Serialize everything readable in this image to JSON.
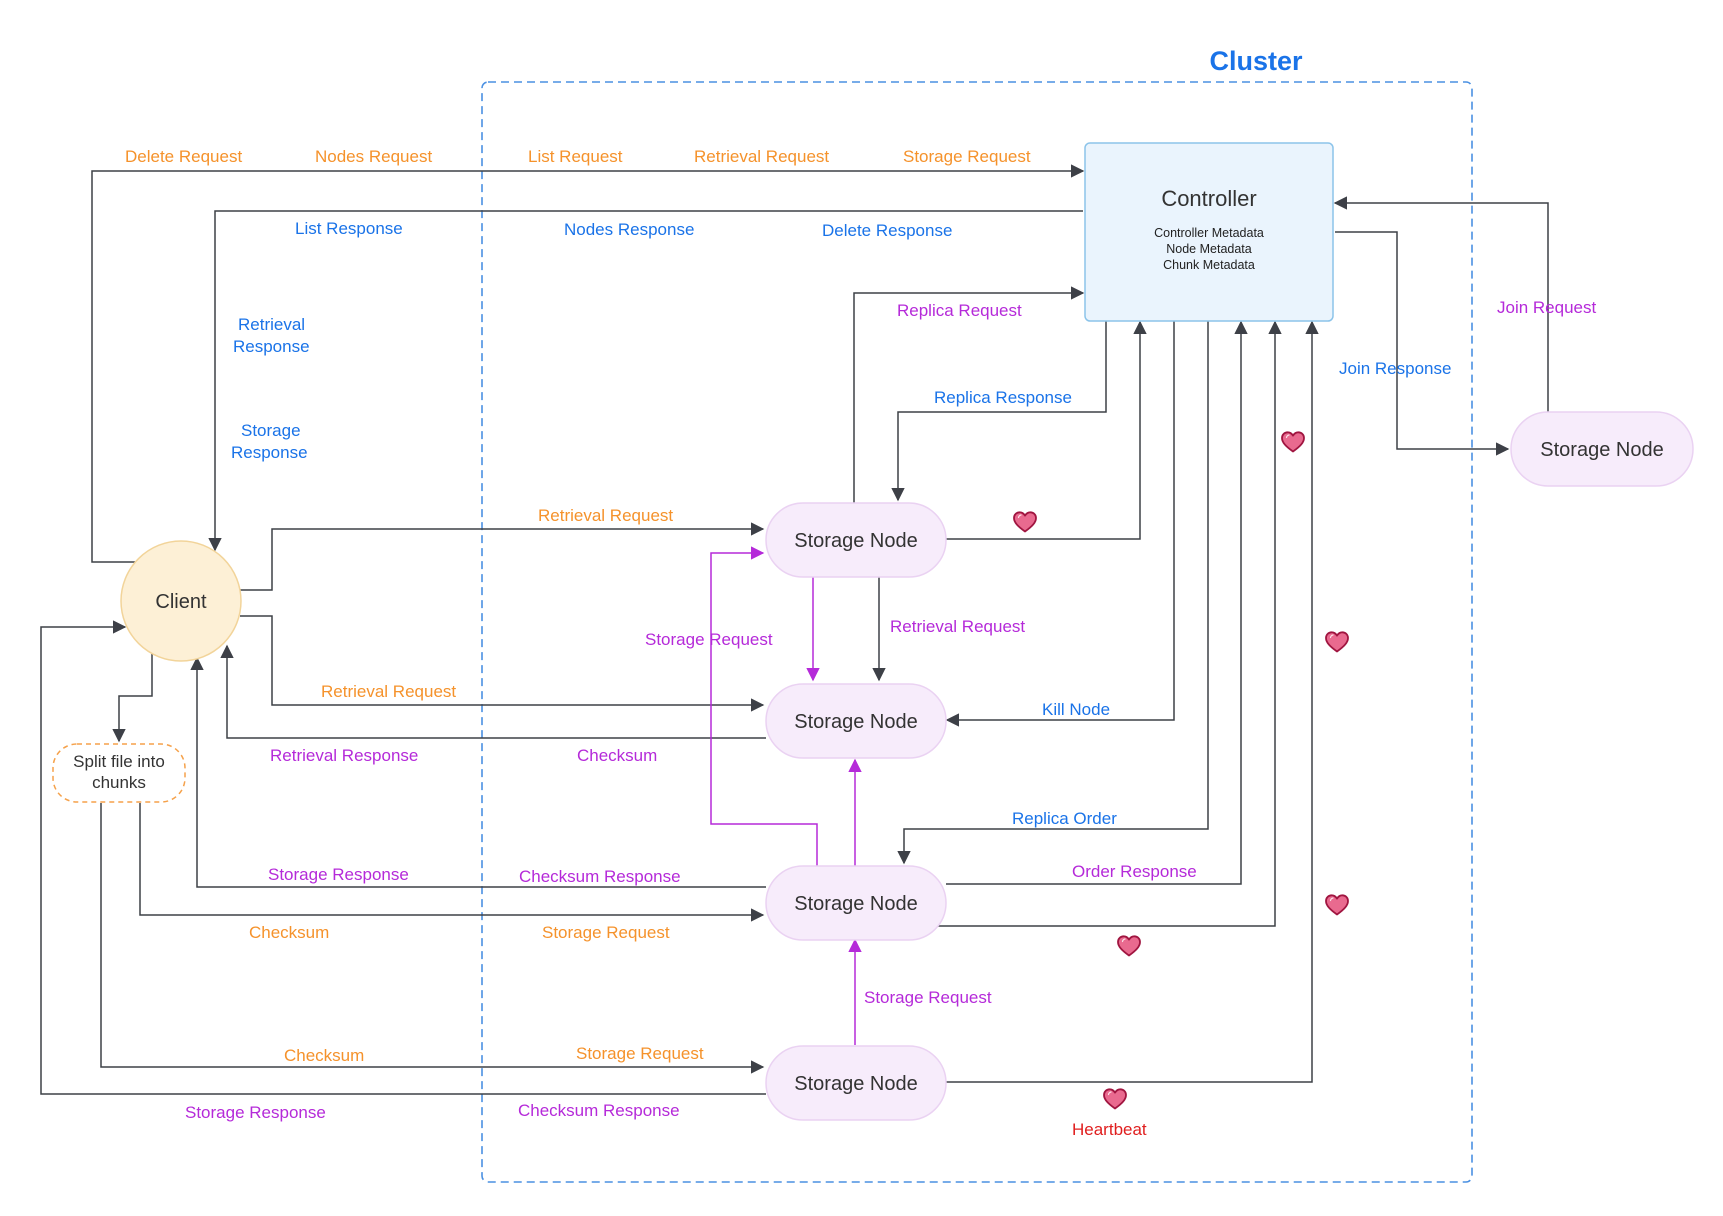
{
  "colors": {
    "orange": "#f5922b",
    "blue": "#1a73e8",
    "purple": "#b52ad9",
    "red": "#e01e1e",
    "line": "#3d4047",
    "cluster_border": "#4a90e2",
    "controller_fill": "#eaf4fd",
    "controller_stroke": "#8cc4ea",
    "storage_fill": "#f7ecfb",
    "storage_stroke": "#ead2f2",
    "client_fill": "#fdf0d6",
    "client_stroke": "#f2d49a",
    "heart_fill": "#e96a8f",
    "heart_stroke": "#a01540"
  },
  "cluster": {
    "title": "Cluster"
  },
  "controller": {
    "title": "Controller",
    "metadata": [
      "Controller Metadata",
      "Node Metadata",
      "Chunk Metadata"
    ]
  },
  "client": {
    "label": "Client"
  },
  "split": {
    "line1": "Split file into",
    "line2": "chunks"
  },
  "storage_nodes": {
    "n1": "Storage Node",
    "n2": "Storage Node",
    "n3": "Storage Node",
    "n4": "Storage Node",
    "outside": "Storage Node"
  },
  "labels": {
    "delete_request": "Delete Request",
    "nodes_request": "Nodes Request",
    "list_request": "List Request",
    "retrieval_request_top": "Retrieval Request",
    "storage_request_top": "Storage Request",
    "list_response": "List Response",
    "nodes_response": "Nodes Response",
    "delete_response": "Delete Response",
    "retrieval_response_1": "Retrieval",
    "retrieval_response_2": "Response",
    "storage_response_1": "Storage",
    "storage_response_2": "Response",
    "replica_request": "Replica Request",
    "replica_response": "Replica Response",
    "join_request": "Join Request",
    "join_response": "Join Response",
    "retrieval_request_n1": "Retrieval Request",
    "storage_request_mid": "Storage Request",
    "retrieval_request_n1n2": "Retrieval Request",
    "retrieval_request_n2": "Retrieval Request",
    "kill_node": "Kill Node",
    "retrieval_response_n2": "Retrieval Response",
    "checksum_n2": "Checksum",
    "replica_order": "Replica Order",
    "storage_response_n3": "Storage Response",
    "checksum_response_n3": "Checksum Response",
    "order_response": "Order Response",
    "checksum_n3": "Checksum",
    "storage_request_n3": "Storage Request",
    "storage_request_n4n3": "Storage Request",
    "checksum_n4": "Checksum",
    "storage_request_n4": "Storage Request",
    "storage_response_n4": "Storage Response",
    "checksum_response_n4": "Checksum Response",
    "heartbeat": "Heartbeat"
  }
}
